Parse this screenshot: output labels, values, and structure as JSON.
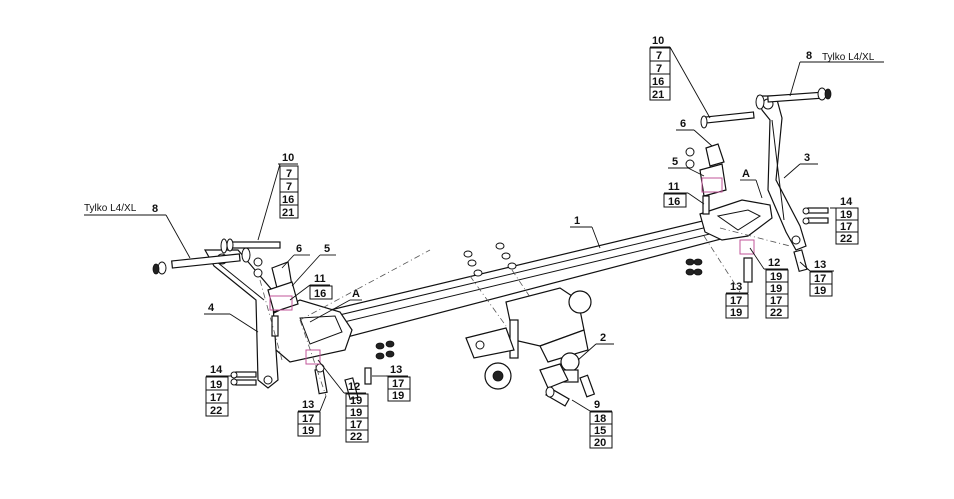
{
  "diagram": {
    "left_side": {
      "label_tylko": "Tylko L4/XL",
      "callout_8": "8",
      "stack_bolt": [
        "10",
        "7",
        "7",
        "16",
        "21"
      ],
      "callout_6": "6",
      "callout_5": "5",
      "stack_11": [
        "11",
        "16"
      ],
      "callout_A": "A",
      "callout_4": "4",
      "stack_14": [
        "14",
        "19",
        "17",
        "22"
      ],
      "stack_13a": [
        "13",
        "17",
        "19"
      ],
      "stack_12": [
        "12",
        "19",
        "19",
        "17",
        "22"
      ],
      "stack_13b": [
        "13",
        "17",
        "19"
      ]
    },
    "center": {
      "callout_1": "1",
      "callout_2": "2",
      "stack_9": [
        "9",
        "18",
        "15",
        "20"
      ]
    },
    "right_side": {
      "stack_bolt": [
        "10",
        "7",
        "7",
        "16",
        "21"
      ],
      "callout_8": "8",
      "label_tylko": "Tylko L4/XL",
      "callout_6": "6",
      "callout_5": "5",
      "callout_3": "3",
      "callout_A": "A",
      "stack_11": [
        "11",
        "16"
      ],
      "stack_14": [
        "14",
        "19",
        "17",
        "22"
      ],
      "stack_13a": [
        "13",
        "17",
        "19"
      ],
      "stack_12": [
        "12",
        "19",
        "19",
        "17",
        "22"
      ],
      "stack_13b": [
        "13",
        "17",
        "19"
      ]
    }
  }
}
